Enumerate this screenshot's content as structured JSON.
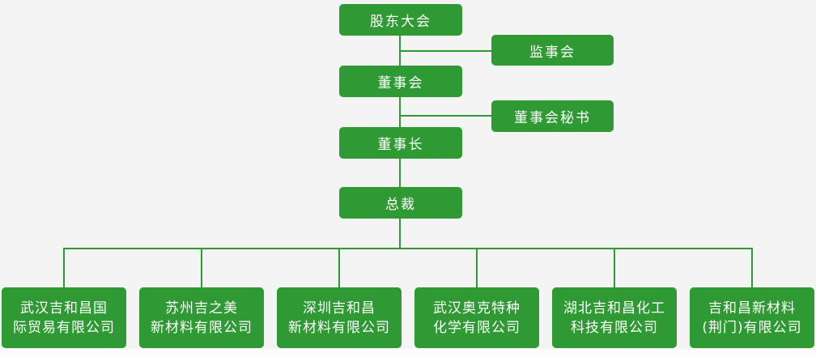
{
  "page": {
    "background_color": "#f4f4f4",
    "accent_green": "#2f9a33",
    "text_color": "#ffffff"
  },
  "org_chart": {
    "nodes": {
      "shareholders_meeting": {
        "label": "股东大会"
      },
      "supervisory_board": {
        "label": "监事会"
      },
      "board_of_directors": {
        "label": "董事会"
      },
      "board_secretary": {
        "label": "董事会秘书"
      },
      "chairman": {
        "label": "董事长"
      },
      "president": {
        "label": "总裁"
      }
    },
    "subsidiaries": [
      {
        "name": "武汉吉和昌国际贸易有限公司",
        "lines": [
          "武汉吉和昌国",
          "际贸易有限公司"
        ]
      },
      {
        "name": "苏州吉之美新材料有限公司",
        "lines": [
          "苏州吉之美",
          "新材料有限公司"
        ]
      },
      {
        "name": "深圳吉和昌新材料有限公司",
        "lines": [
          "深圳吉和昌",
          "新材料有限公司"
        ]
      },
      {
        "name": "武汉奥克特种化学有限公司",
        "lines": [
          "武汉奥克特种",
          "化学有限公司"
        ]
      },
      {
        "name": "湖北吉和昌化工科技有限公司",
        "lines": [
          "湖北吉和昌化工",
          "科技有限公司"
        ]
      },
      {
        "name": "吉和昌新材料(荆门)有限公司",
        "lines": [
          "吉和昌新材料",
          "(荆门)有限公司"
        ]
      }
    ],
    "structure": {
      "root": "shareholders_meeting",
      "edges": [
        [
          "shareholders_meeting",
          "supervisory_board"
        ],
        [
          "shareholders_meeting",
          "board_of_directors"
        ],
        [
          "board_of_directors",
          "board_secretary"
        ],
        [
          "board_of_directors",
          "chairman"
        ],
        [
          "chairman",
          "president"
        ],
        [
          "president",
          "all_subsidiaries"
        ]
      ]
    }
  }
}
